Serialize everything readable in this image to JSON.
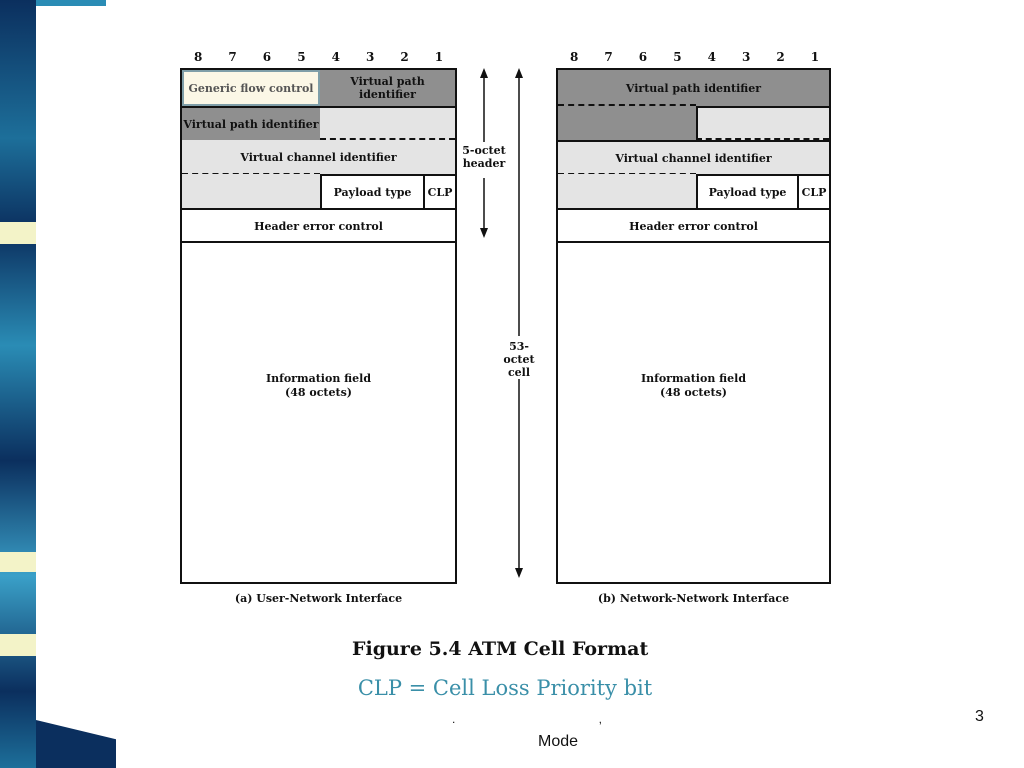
{
  "bit_numbers": [
    "8",
    "7",
    "6",
    "5",
    "4",
    "3",
    "2",
    "1"
  ],
  "uni": {
    "generic_flow_control": "Generic flow control",
    "vpi_top": "Virtual path identifier",
    "vpi_bottom": "Virtual path identifier",
    "vci": "Virtual channel identifier",
    "payload_type": "Payload type",
    "clp": "CLP",
    "hec": "Header error control",
    "info_line1": "Information field",
    "info_line2": "(48 octets)",
    "caption": "(a) User-Network Interface"
  },
  "nni": {
    "vpi": "Virtual path identifier",
    "vci": "Virtual channel identifier",
    "payload_type": "Payload type",
    "clp": "CLP",
    "hec": "Header error control",
    "info_line1": "Information field",
    "info_line2": "(48 octets)",
    "caption": "(b) Network-Network Interface"
  },
  "header_label_line1": "5-octet",
  "header_label_line2": "header",
  "cell_label_line1": "53-octet",
  "cell_label_line2": "cell",
  "figure_caption": "Figure 5.4  ATM Cell Format",
  "subtitle": "CLP = Cell Loss Priority bit",
  "footer_mode": "Mode",
  "footer_marks": ".  ,",
  "page_number": "3",
  "colors": {
    "shaded": "#e4e4e4",
    "dark_shaded": "#8f8f8f",
    "subtitle": "#3a8fa8"
  }
}
